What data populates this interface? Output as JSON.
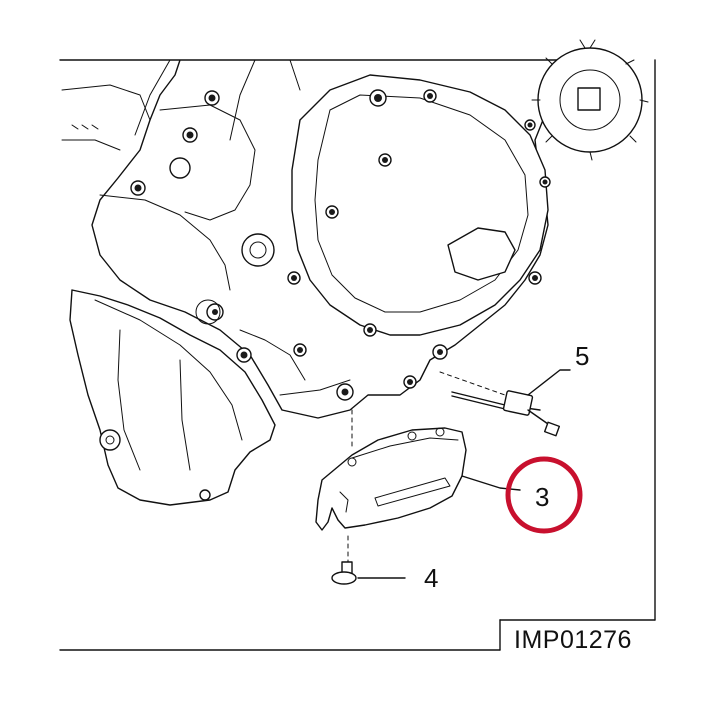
{
  "figure": {
    "reference_code": "IMP01276",
    "highlight_color": "#c8102e",
    "line_color": "#111111"
  },
  "callouts": [
    {
      "id": "3",
      "label": "3",
      "highlighted": true
    },
    {
      "id": "4",
      "label": "4",
      "highlighted": false
    },
    {
      "id": "5",
      "label": "5",
      "highlighted": false
    }
  ]
}
